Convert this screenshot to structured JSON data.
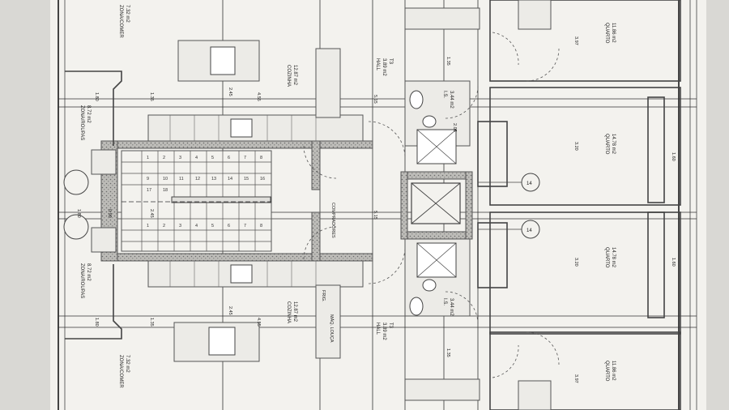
{
  "rooms": [
    {
      "name": "ZONA/COMER",
      "area": "7.32 m2"
    },
    {
      "name": "ZONA/ROUPAS",
      "area": "8.72 m2"
    },
    {
      "name": "COZINHA",
      "area": "12.87 m2"
    },
    {
      "name": "HALL",
      "area": "3.89 m2",
      "type": "T3"
    },
    {
      "name": "I.S.",
      "area": "3.44 m2"
    },
    {
      "name": "QUARTO",
      "area": "11.86 m2"
    },
    {
      "name": "QUARTO",
      "area": "14.78 m2"
    },
    {
      "name": "QUARTO",
      "area": "14.78 m2"
    },
    {
      "name": "I.S.",
      "area": "3.44 m2"
    },
    {
      "name": "COZINHA",
      "area": "12.87 m2"
    },
    {
      "name": "HALL",
      "area": "3.89 m2",
      "type": "T3"
    },
    {
      "name": "ZONA/ROUPAS",
      "area": "8.72 m2"
    },
    {
      "name": "ZONA/COMER",
      "area": "7.32 m2"
    },
    {
      "name": "QUARTO",
      "area": "11.86 m2"
    }
  ],
  "dimensions": [
    "1.80",
    "1.35",
    "4.55",
    "2.45",
    "5.15",
    "1.35",
    "2.05",
    "3.20",
    "3.97",
    "1.60",
    "2.45",
    "1.80",
    "1.35",
    "4.55",
    "5.15",
    "3.20",
    "1.80",
    "0.90",
    "2.45",
    "1.60",
    "3.97",
    "1.35"
  ],
  "stair_numbers": [
    "1",
    "2",
    "3",
    "4",
    "5",
    "6",
    "7",
    "8",
    "9",
    "10",
    "11",
    "12",
    "13",
    "14",
    "15",
    "16",
    "17",
    "18",
    "1",
    "2",
    "3",
    "4",
    "5",
    "6",
    "7",
    "8"
  ],
  "markers": [
    "14",
    "14"
  ],
  "fixtures": [
    "COMPRADORES",
    "FRIG.",
    "MÁQ. LOUÇA"
  ]
}
